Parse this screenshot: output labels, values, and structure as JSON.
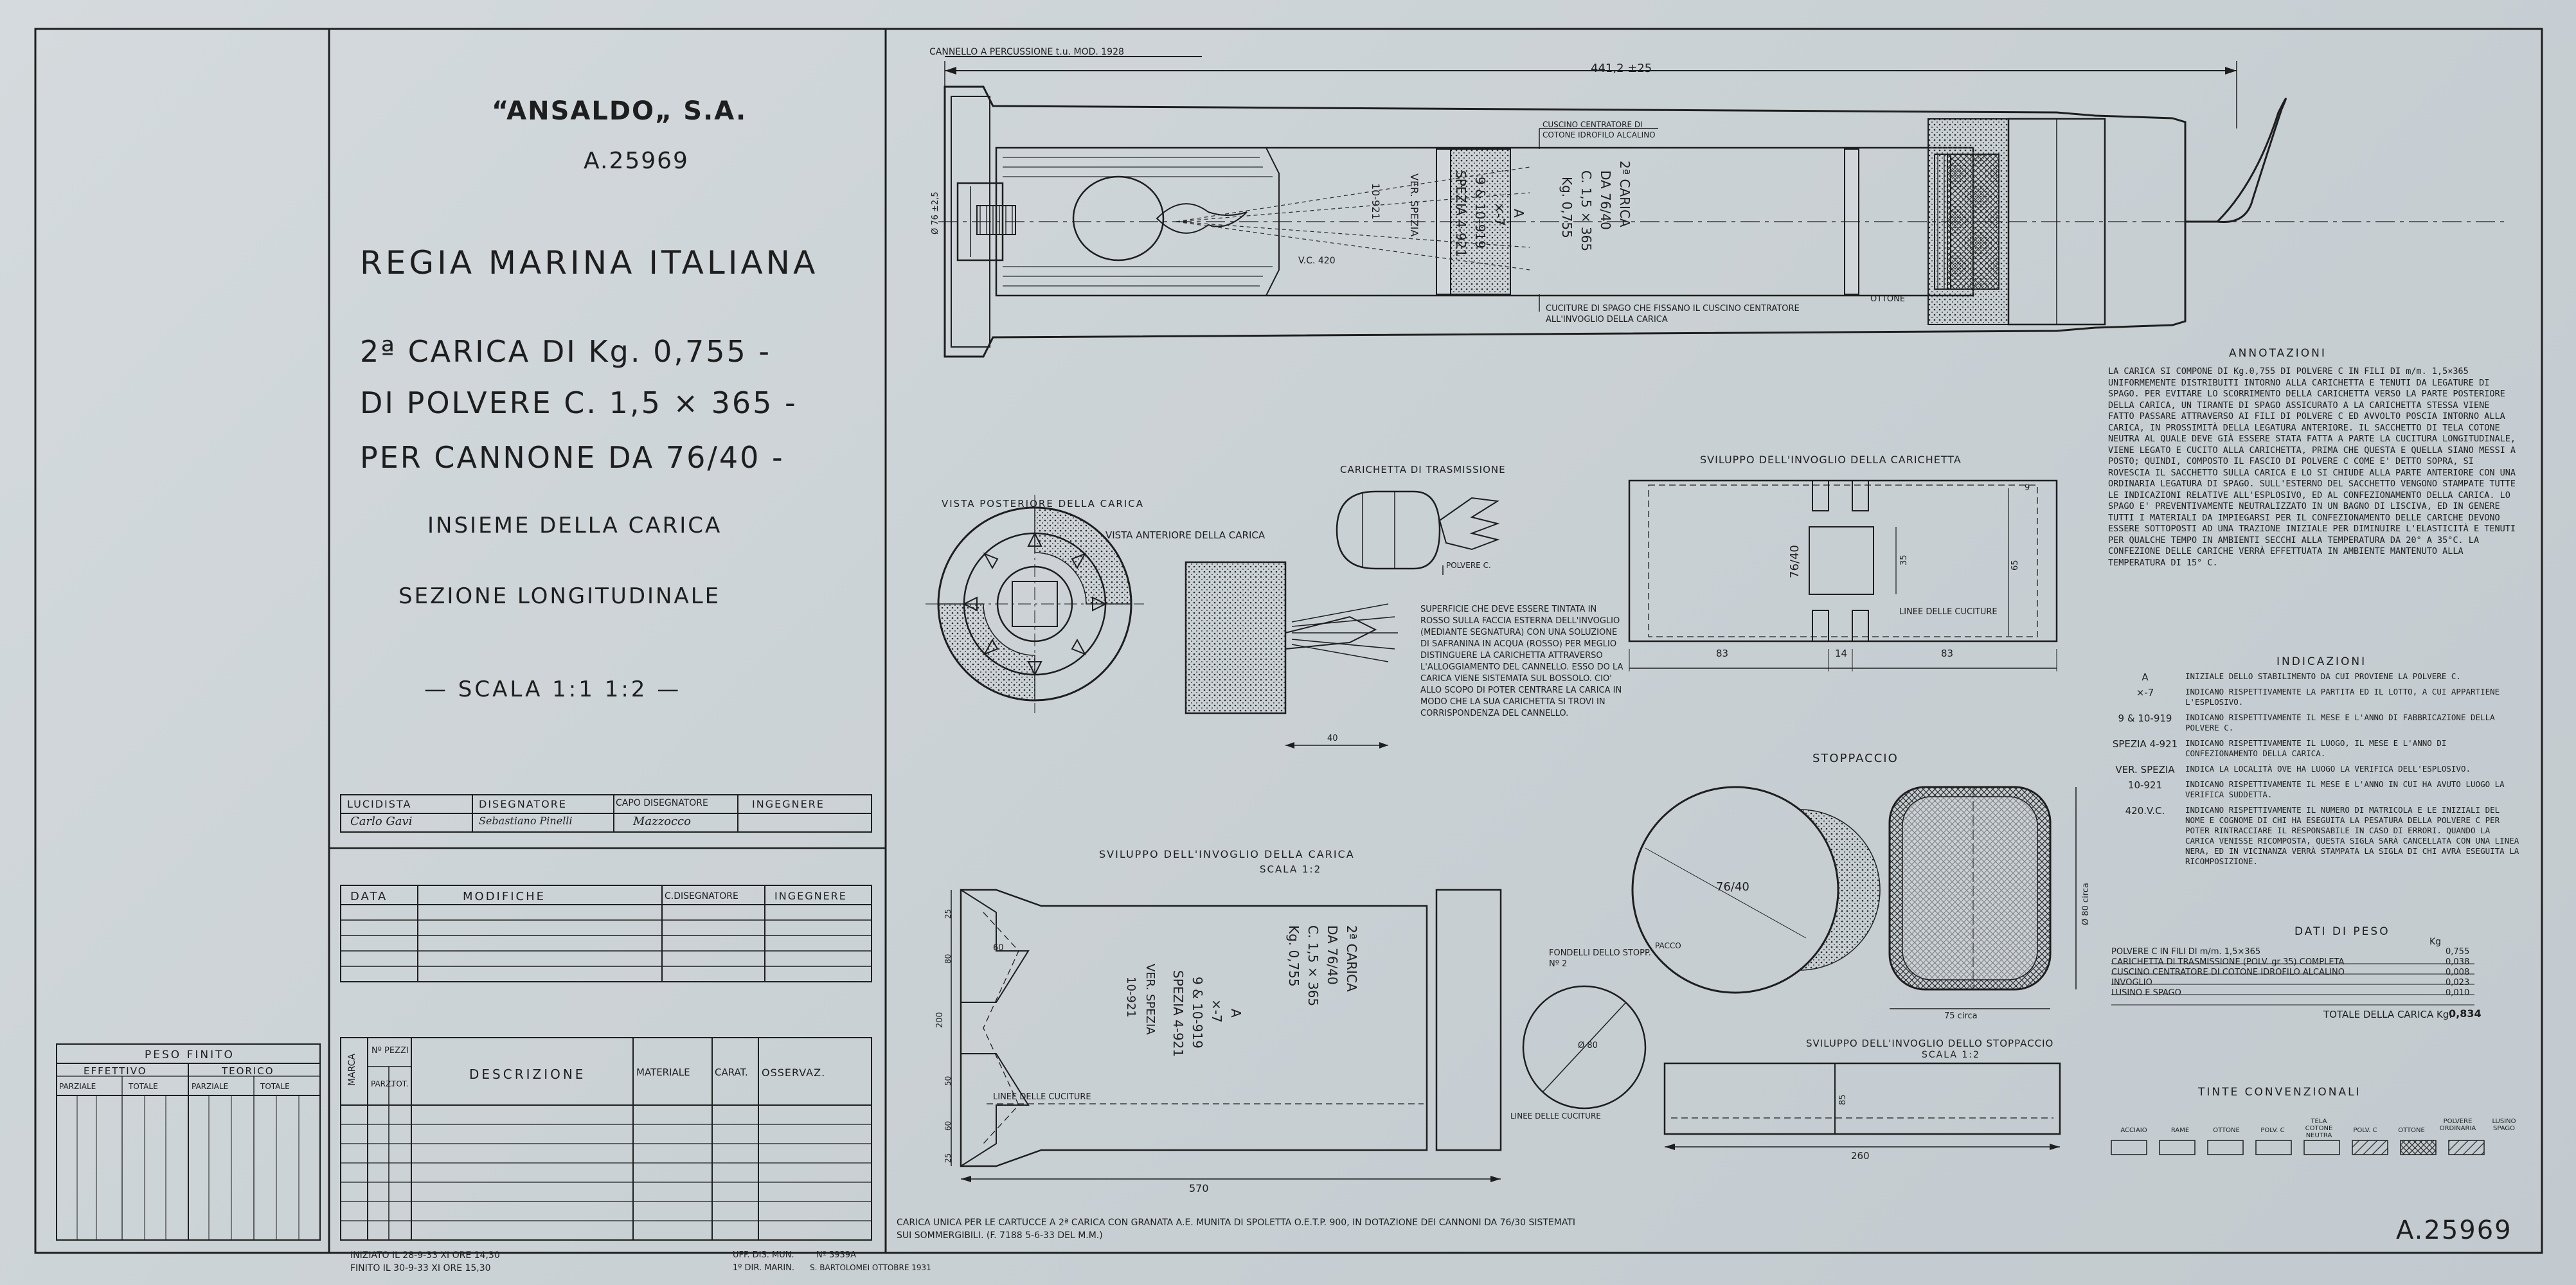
{
  "title_block": {
    "company": "“ANSALDO„ S.A.",
    "drawing_no": "A.25969",
    "navy": "REGIA MARINA ITALIANA",
    "line1": "2ª CARICA DI Kg. 0,755 -",
    "line2": "DI POLVERE C. 1,5 × 365 -",
    "line3": "PER CANNONE DA 76/40 -",
    "subtitle1": "INSIEME DELLA CARICA",
    "subtitle2": "SEZIONE LONGITUDINALE",
    "scale": "— SCALA 1:1 1:2 —"
  },
  "signature_table": {
    "headers": [
      "LUCIDISTA",
      "DISEGNATORE",
      "CAPO DISEGNATORE",
      "INGEGNERE"
    ],
    "values": [
      "Carlo Gavi",
      "Sebastiano Pinelli",
      "Mazzocco",
      ""
    ]
  },
  "modifications_table": {
    "headers": [
      "DATA",
      "MODIFICHE",
      "C.DISEGNATORE",
      "INGEGNERE"
    ]
  },
  "weight_table": {
    "title": "PESO FINITO",
    "groups": [
      "EFFETTIVO",
      "TEORICO"
    ],
    "subheaders": [
      "PARZIALE",
      "TOTALE",
      "PARZIALE",
      "TOTALE"
    ]
  },
  "parts_table": {
    "headers": [
      "MARCA",
      "Nº PEZZI",
      "DESCRIZIONE",
      "MATERIALE",
      "CARAT.",
      "OSSERVAZ."
    ],
    "sub": [
      "PARZ.",
      "TOT."
    ]
  },
  "footer": {
    "started": "INIZIATO IL 28-9-33 XI ORE 14,30",
    "finished": "FINITO IL 30-9-33 XI ORE 15,30",
    "office": "UFF. DIS. MUN.",
    "direction": "1º DIR. MARIN.",
    "ref_no": "Nº 3939A",
    "inspector": "S. BARTOLOMEI OTTOBRE 1931",
    "caption": "CARICA UNICA PER LE CARTUCCE A 2ª CARICA CON GRANATA A.E. MUNITA DI SPOLETTA O.E.T.P. 900, IN DOTAZIONE DEI CANNONI DA 76/30 SISTEMATI SUI SOMMERGIBILI. (F. 7188 5-6-33 DEL M.M.)",
    "drawing_no": "A.25969"
  },
  "main_section": {
    "label_top": "CANNELLO A PERCUSSIONE t.u. MOD. 1928",
    "dim_length": "441,2 ±25",
    "dim_dia": "Ø 76 ±2,5",
    "label_cushion": "CUSCINO CENTRATORE DI COTONE IDROFILO ALCALINO",
    "label_stitch": "CUCITURE DI SPAGO CHE FISSANO IL CUSCINO CENTRATORE ALL'INVOGLIO DELLA CARICA",
    "label_brass": "OTTONE",
    "vc": "V.C. 420",
    "ver": "VER. SPEZIA",
    "ver_date": "10-921",
    "marking": [
      "2ª CARICA",
      "DA 76/40",
      "C. 1,5 × 365",
      "Kg. 0,755"
    ],
    "marking2": [
      "A",
      "×-7",
      "9 & 10-919",
      "SPEZIA 4-921"
    ]
  },
  "views": {
    "rear": "VISTA POSTERIORE DELLA CARICA",
    "front": "VISTA ANTERIORE DELLA CARICA",
    "transfer": "CARICHETTA DI TRASMISSIONE",
    "powder": "POLVERE C.",
    "surface_note": "SUPERFICIE CHE DEVE ESSERE TINTATA IN ROSSO SULLA FACCIA ESTERNA DELL'INVOGLIO (MEDIANTE SEGNATURA) CON UNA SOLUZIONE DI SAFRANINA IN ACQUA (ROSSO) PER MEGLIO DISTINGUERE LA CARICHETTA ATTRAVERSO L'ALLOGGIAMENTO DEL CANNELLO. ESSO DO LA CARICA VIENE SISTEMATA SUL BOSSOLO. CIO' ALLO SCOPO DI POTER CENTRARE LA CARICA IN MODO CHE LA SUA CARICHETTA SI TROVI IN CORRISPONDENZA DEL CANNELLO.",
    "dim_40": "40"
  },
  "charge_bag": {
    "title": "SVILUPPO DELL'INVOGLIO DELLA CARICHETTA",
    "dim_label": "76/40",
    "stitch": "LINEE DELLE CUCITURE",
    "dims": [
      "83",
      "14",
      "83",
      "35",
      "65",
      "9"
    ]
  },
  "development": {
    "title": "SVILUPPO DELL'INVOGLIO DELLA CARICA",
    "scale": "SCALA 1:2",
    "stitch": "LINEE DELLE CUCITURE",
    "dims": [
      "570",
      "200",
      "80",
      "60",
      "25",
      "50",
      "60",
      "25"
    ],
    "marking": [
      "2ª CARICA",
      "DA 76/40",
      "C. 1,5 × 365",
      "Kg. 0,755"
    ],
    "marking2": [
      "A",
      "×-7",
      "9 & 10-919",
      "SPEZIA 4-921"
    ],
    "ver": [
      "VER. SPEZIA",
      "10-921"
    ]
  },
  "stopper": {
    "title": "STOPPACCIO",
    "label": "76/40",
    "dia": "Ø 80 circa",
    "length": "75 circa",
    "bottoms_label": "FONDELLI DELLO STOPP. Nº 2",
    "bottom_dia": "Ø 80",
    "bag_title": "SVILUPPO DELL'INVOGLIO DELLO STOPPACCIO",
    "bag_scale": "SCALA 1:2",
    "bag_dim_h": "85",
    "bag_dim_l": "260",
    "bag_stitch": "LINEE DELLE CUCITURE",
    "label_d": "PACCO"
  },
  "annotations": {
    "title": "ANNOTAZIONI",
    "text": "LA CARICA SI COMPONE DI Kg.0,755 DI POLVERE C IN FILI DI m/m. 1,5×365 UNIFORMEMENTE DISTRIBUITI INTORNO ALLA CARICHETTA E TENUTI DA LEGATURE DI SPAGO. PER EVITARE LO SCORRIMENTO DELLA CARICHETTA VERSO LA PARTE POSTERIORE DELLA CARICA, UN TIRANTE DI SPAGO ASSICURATO A LA CARICHETTA STESSA VIENE FATTO PASSARE ATTRAVERSO AI FILI DI POLVERE C ED AVVOLTO POSCIA INTORNO ALLA CARICA, IN PROSSIMITÀ DELLA LEGATURA ANTERIORE. IL SACCHETTO DI TELA COTONE NEUTRA AL QUALE DEVE GIÀ ESSERE STATA FATTA A PARTE LA CUCITURA LONGITUDINALE, VIENE LEGATO E CUCITO ALLA CARICHETTA, PRIMA CHE QUESTA E QUELLA SIANO MESSI A POSTO; QUINDI, COMPOSTO IL FASCIO DI POLVERE C COME E' DETTO SOPRA, SI ROVESCIA IL SACCHETTO SULLA CARICA E LO SI CHIUDE ALLA PARTE ANTERIORE CON UNA ORDINARIA LEGATURA DI SPAGO. SULL'ESTERNO DEL SACCHETTO VENGONO STAMPATE TUTTE LE INDICAZIONI RELATIVE ALL'ESPLOSIVO, ED AL CONFEZIONAMENTO DELLA CARICA. LO SPAGO E' PREVENTIVAMENTE NEUTRALIZZATO IN UN BAGNO DI LISCIVA, ED IN GENERE TUTTI I MATERIALI DA IMPIEGARSI PER IL CONFEZIONAMENTO DELLE CARICHE DEVONO ESSERE SOTTOPOSTI AD UNA TRAZIONE INIZIALE PER DIMINUIRE L'ELASTICITÀ E TENUTI PER QUALCHE TEMPO IN AMBIENTI SECCHI ALLA TEMPERATURA DA 20° A 35°C. LA CONFEZIONE DELLE CARICHE VERRÀ EFFETTUATA IN AMBIENTE MANTENUTO ALLA TEMPERATURA DI 15° C."
  },
  "indications": {
    "title": "INDICAZIONI",
    "items": [
      {
        "code": "A",
        "text": "INIZIALE DELLO STABILIMENTO DA CUI PROVIENE LA POLVERE C."
      },
      {
        "code": "×-7",
        "text": "INDICANO RISPETTIVAMENTE LA PARTITA ED IL LOTTO, A CUI APPARTIENE L'ESPLOSIVO."
      },
      {
        "code": "9 & 10-919",
        "text": "INDICANO RISPETTIVAMENTE IL MESE E L'ANNO DI FABBRICAZIONE DELLA POLVERE C."
      },
      {
        "code": "SPEZIA 4-921",
        "text": "INDICANO RISPETTIVAMENTE IL LUOGO, IL MESE E L'ANNO DI CONFEZIONAMENTO DELLA CARICA."
      },
      {
        "code": "VER. SPEZIA",
        "text": "INDICA LA LOCALITÀ OVE HA LUOGO LA VERIFICA DELL'ESPLOSIVO."
      },
      {
        "code": "10-921",
        "text": "INDICANO RISPETTIVAMENTE IL MESE E L'ANNO IN CUI HA AVUTO LUOGO LA VERIFICA SUDDETTA."
      },
      {
        "code": "420.V.C.",
        "text": "INDICANO RISPETTIVAMENTE IL NUMERO DI MATRICOLA E LE INIZIALI DEL NOME E COGNOME DI CHI HA ESEGUITA LA PESATURA DELLA POLVERE C PER POTER RINTRACCIARE IL RESPONSABILE IN CASO DI ERRORI. QUANDO LA CARICA VENISSE RICOMPOSTA, QUESTA SIGLA SARÀ CANCELLATA CON UNA LINEA NERA, ED IN VICINANZA VERRÀ STAMPATA LA SIGLA DI CHI AVRÀ ESEGUITA LA RICOMPOSIZIONE."
      }
    ]
  },
  "weights": {
    "title": "DATI DI PESO",
    "unit": "Kg",
    "rows": [
      {
        "label": "POLVERE C IN FILI DI m/m. 1,5×365",
        "value": "0,755"
      },
      {
        "label": "CARICHETTA DI TRASMISSIONE (POLV. gr 35) COMPLETA",
        "value": "0,038"
      },
      {
        "label": "CUSCINO CENTRATORE DI COTONE IDROFILO ALCALINO",
        "value": "0,008"
      },
      {
        "label": "INVOGLIO",
        "value": "0,023"
      },
      {
        "label": "LUSINO E SPAGO",
        "value": "0,010"
      }
    ],
    "total_label": "TOTALE DELLA CARICA Kg.",
    "total_value": "0,834"
  },
  "legend": {
    "title": "TINTE CONVENZIONALI",
    "items": [
      "ACCIAIO",
      "RAME",
      "OTTONE",
      "POLV. C",
      "TELA COTONE NEUTRA",
      "POLV. C",
      "OTTONE",
      "POLVERE ORDINARIA",
      "LUSINO SPAGO"
    ]
  }
}
